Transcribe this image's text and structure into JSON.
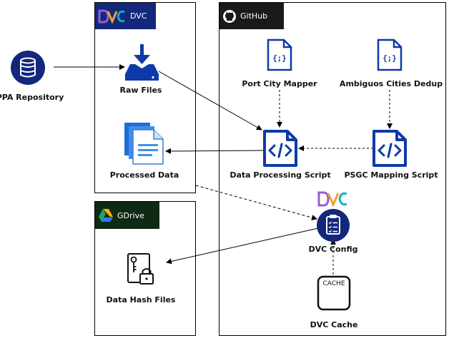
{
  "panels": {
    "dvc": {
      "title": "DVC"
    },
    "github": {
      "title": "GitHub"
    },
    "gdrive": {
      "title": "GDrive"
    }
  },
  "nodes": {
    "ppa_repository": "PPA Repository",
    "raw_files": "Raw Files",
    "processed_data": "Processed Data",
    "port_city_mapper": "Port City Mapper",
    "ambiguous_cities_dedup": "Ambiguos Cities Dedup",
    "data_processing_script": "Data Processing Script",
    "psgc_mapping_script": "PSGC Mapping Script",
    "dvc_config": "DVC Config",
    "data_hash_files": "Data Hash Files",
    "dvc_cache": "DVC Cache",
    "cache_box_text": "CACHE"
  },
  "colors": {
    "dvc_header_bg": "#13287a",
    "github_header_bg": "#1a1a1a",
    "gdrive_header_bg": "#0f2a14",
    "node_blue": "#0d3aa8",
    "node_dark": "#13287a",
    "dvc_purple": "#945dd6",
    "dvc_orange": "#f0a22b",
    "dvc_teal": "#13adc7"
  },
  "icons": {
    "ppa_repository": "database-icon",
    "raw_files": "download-drive-icon",
    "processed_data": "documents-icon",
    "port_city_mapper": "json-file-icon",
    "ambiguous_cities_dedup": "json-file-icon",
    "data_processing_script": "code-file-icon",
    "psgc_mapping_script": "code-file-icon",
    "dvc_config": "clipboard-icon",
    "data_hash_files": "locked-file-icon",
    "dvc_cache": "cache-box-icon"
  }
}
